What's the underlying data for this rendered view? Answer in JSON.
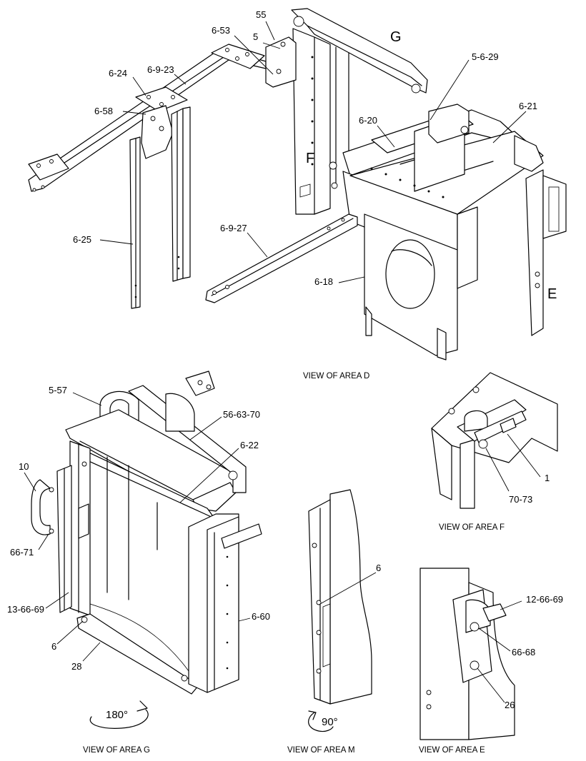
{
  "labels": {
    "p55": "55",
    "p6_53": "6-53",
    "p5": "5",
    "g_letter": "G",
    "p5_6_29": "5-6-29",
    "p6_24": "6-24",
    "p6_9_23": "6-9-23",
    "p6_21": "6-21",
    "p6_58": "6-58",
    "p6_20": "6-20",
    "f_letter": "F",
    "p6_25": "6-25",
    "p6_9_27": "6-9-27",
    "p6_18": "6-18",
    "e_letter": "E",
    "p5_57": "5-57",
    "p56_63_70": "56-63-70",
    "p6_22": "6-22",
    "p10": "10",
    "p66_71": "66-71",
    "p13_66_69": "13-66-69",
    "p6_g": "6",
    "p28": "28",
    "p6_60": "6-60",
    "p1": "1",
    "p70_73": "70-73",
    "p6_m": "6",
    "p12_66_69": "12-66-69",
    "p66_68": "66-68",
    "p26": "26"
  },
  "captions": {
    "area_d": "VIEW OF AREA D",
    "area_f": "VIEW OF AREA F",
    "area_g": "VIEW OF AREA G",
    "area_m": "VIEW OF AREA M",
    "area_e": "VIEW OF AREA E"
  },
  "rotations": {
    "g": "180°",
    "m": "90°"
  }
}
